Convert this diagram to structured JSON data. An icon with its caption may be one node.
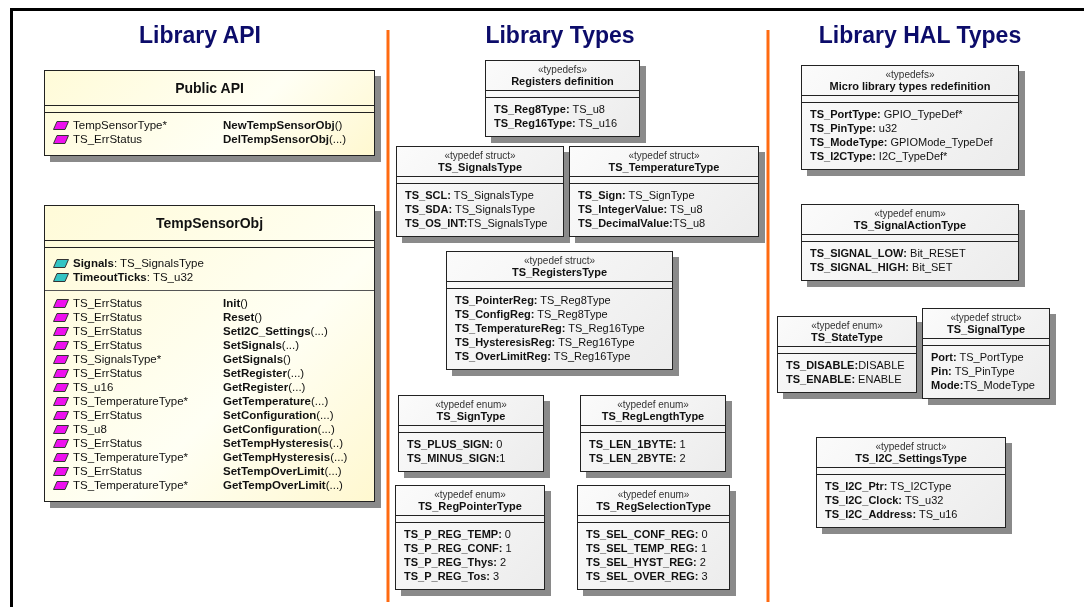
{
  "diagram": {
    "nodes": [
      {
        "text": [
          "Public API",
          "TempSensorType*",
          "**NewTempSensorObj**()",
          "TS_ErrStatus",
          "**DelTempSensorObj**(...)"
        ]
      },
      {
        "text": [
          "TempSensorObj",
          "**Signals**: TS_SignalsType",
          "**TimeoutTicks**: TS_u32",
          "TS_ErrStatus",
          "**Init**()",
          "TS_ErrStatus",
          "**Reset**()",
          "TS_ErrStatus",
          "**SetI2C_Settings**(...)",
          "TS_ErrStatus",
          "**SetSignals**(...)",
          "TS_SignalsType*",
          "**GetSignals**()",
          "TS_ErrStatus",
          "**SetRegister**(...)",
          "TS_u16",
          "**GetRegister**(...)",
          "TS_TemperatureType*",
          "**GetTemperature**(...)",
          "TS_ErrStatus",
          "**SetConfiguration**(...)",
          "TS_u8",
          "**GetConfiguration**(...)",
          "TS_ErrStatus",
          "**SetTempHysteresis**(..)",
          "TS_TemperatureType*",
          "**GetTempHysteresis**(...)",
          "TS_ErrStatus",
          "**SetTempOverLimit**(...)",
          "TS_TemperatureType*",
          "**GetTempOverLimit**(...)"
        ]
      },
      {
        "text": [
          "«typedefs»",
          "Registers definition",
          "**TS_Reg8Type:** TS_u8",
          "**TS_Reg16Type:** TS_u16"
        ]
      },
      {
        "text": [
          "«typedef struct»",
          "TS_SignalsType",
          "**TS_SCL:** TS_SignalsType",
          "**TS_SDA:** TS_SignalsType",
          "**TS_OS_INT:**TS_SignalsType"
        ]
      },
      {
        "text": [
          "«typedef struct»",
          "TS_TemperatureType",
          "**TS_Sign:** TS_SignType",
          "**TS_IntegerValue:** TS_u8",
          "**TS_DecimalValue:**TS_u8"
        ]
      },
      {
        "text": [
          "«typedef struct»",
          "TS_RegistersType",
          "**TS_PointerReg:** TS_Reg8Type",
          "**TS_ConfigReg:** TS_Reg8Type",
          "**TS_TemperatureReg:** TS_Reg16Type",
          "**TS_HysteresisReg:** TS_Reg16Type",
          "**TS_OverLimitReg:** TS_Reg16Type"
        ]
      },
      {
        "text": [
          "«typedef enum»",
          "TS_SignType",
          "**TS_PLUS_SIGN:** 0",
          "**TS_MINUS_SIGN:**1"
        ]
      },
      {
        "text": [
          "«typedef enum»",
          "TS_RegLengthType",
          "**TS_LEN_1BYTE:** 1",
          "**TS_LEN_2BYTE:** 2"
        ]
      },
      {
        "text": [
          "«typedef enum»",
          "TS_RegPointerType",
          "**TS_P_REG_TEMP:** 0",
          "**TS_P_REG_CONF:** 1",
          "**TS_P_REG_Thys:** 2",
          "**TS_P_REG_Tos:** 3"
        ]
      },
      {
        "text": [
          "«typedef enum»",
          "TS_RegSelectionType",
          "**TS_SEL_CONF_REG:** 0",
          "**TS_SEL_TEMP_REG:** 1",
          "**TS_SEL_HYST_REG:** 2",
          "**TS_SEL_OVER_REG:** 3"
        ]
      },
      {
        "text": [
          "«typedefs»",
          "Micro library types redefinition",
          "**TS_PortType:** GPIO_TypeDef*",
          "**TS_PinType:** u32",
          "**TS_ModeType:** GPIOMode_TypeDef",
          "**TS_I2CType:** I2C_TypeDef*"
        ]
      },
      {
        "text": [
          "«typedef enum»",
          "TS_SignalActionType",
          "**TS_SIGNAL_LOW:** Bit_RESET",
          "**TS_SIGNAL_HIGH:** Bit_SET"
        ]
      },
      {
        "text": [
          "«typedef enum»",
          "TS_StateType",
          "**TS_DISABLE:**DISABLE",
          "**TS_ENABLE:** ENABLE"
        ]
      },
      {
        "text": [
          "«typedef struct»",
          "TS_SignalType",
          "**Port:** TS_PortType",
          "**Pin:** TS_PinType",
          "**Mode:**TS_ModeType"
        ]
      },
      {
        "text": [
          "«typedef struct»",
          "TS_I2C_SettingsType",
          "**TS_I2C_Ptr:** TS_I2CType",
          "**TS_I2C_Clock:** TS_u32",
          "**TS_I2C_Address:** TS_u16"
        ]
      }
    ],
    "labels": [
      "Library API",
      "Library Types",
      "Library HAL Types"
    ]
  }
}
